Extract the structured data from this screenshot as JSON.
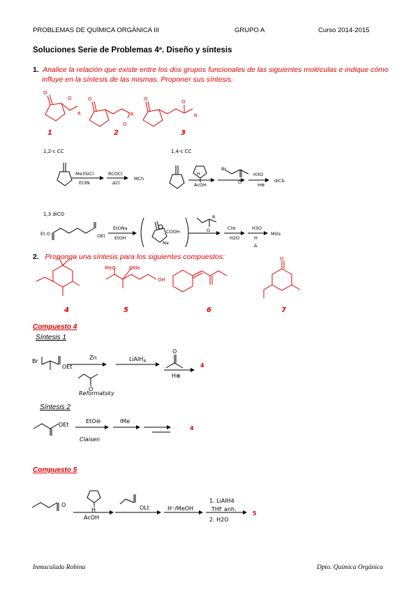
{
  "header": {
    "left": "PROBLEMAS DE QUÍMICA ORGÁNICA III",
    "center": "GRUPO A",
    "right": "Curso 2014-2015"
  },
  "title": "Soluciones Serie de Problemas 4ª. Diseño y síntesis",
  "q1": {
    "number": "1.",
    "text_line1": "Analice la relación que existe entre los dos grupos funcionales de las siguientes moléculas e indique cómo",
    "text_line2": "influye en la síntesis de las mismas. Proponer sus síntesis."
  },
  "q1_labels": [
    "1",
    "2",
    "3"
  ],
  "q1_atoms": {
    "o": "O",
    "r": "R"
  },
  "scheme_labels": {
    "cc12": "1,2-c CC",
    "cc14": "1,4-c CC",
    "dico13": "1,3 diCO"
  },
  "reagents": {
    "r1_top": "Me3SiCl",
    "r1_bot": "Et3N",
    "r2_top": "RCOCl",
    "r2_bot": "ΔCl",
    "r3": "MCh",
    "r4_bot": "AcOH",
    "r5_top": "H3O",
    "r5_bot": "H⊕",
    "r6": "diCb",
    "r7_top": "EtONa",
    "r7_bot": "EtOH",
    "r8": "COOH",
    "r9": "Na",
    "r10": "OEt",
    "r11": "Et O",
    "r12_top": "Cl⊖",
    "r12_bot": "H2O",
    "r13_top": "H3O",
    "r13_bot": "H",
    "r14": "MOs",
    "r15": "Δ",
    "r16": "Br"
  },
  "q2": {
    "number": "2.",
    "text": "Proponga una síntesis para los siguientes compuestos:"
  },
  "q2_labels": [
    "4",
    "5",
    "6",
    "7"
  ],
  "q2_atoms": {
    "meo": "MeO",
    "ome": "OMe",
    "oh": "OH"
  },
  "compuesto4": {
    "heading": "Compuesto 4",
    "sint1": "Síntesis 1",
    "sint2": "Síntesis 2",
    "br": "Br",
    "oet": "OEt",
    "zn": "Zn",
    "reformatsky": "Reformatsky",
    "lialh4": "LiAlH",
    "lialh4_sub": "4",
    "hplus": "H⊕",
    "label": "4",
    "eto": "EtO⊖",
    "claisen": "Claisen",
    "mei": "IMe"
  },
  "compuesto5": {
    "heading": "Compuesto 5",
    "nh": "H",
    "acoh": "AcOH",
    "olt": "OLt",
    "hmeoh": "H⁺/MeOH",
    "step1": "1. LiAlH4",
    "step_thf": "THF anh.",
    "step2": "2. H2O",
    "label": "5"
  },
  "footer": {
    "left": "Inmaculada Robina",
    "right": "Dpto. Química Orgánica"
  }
}
